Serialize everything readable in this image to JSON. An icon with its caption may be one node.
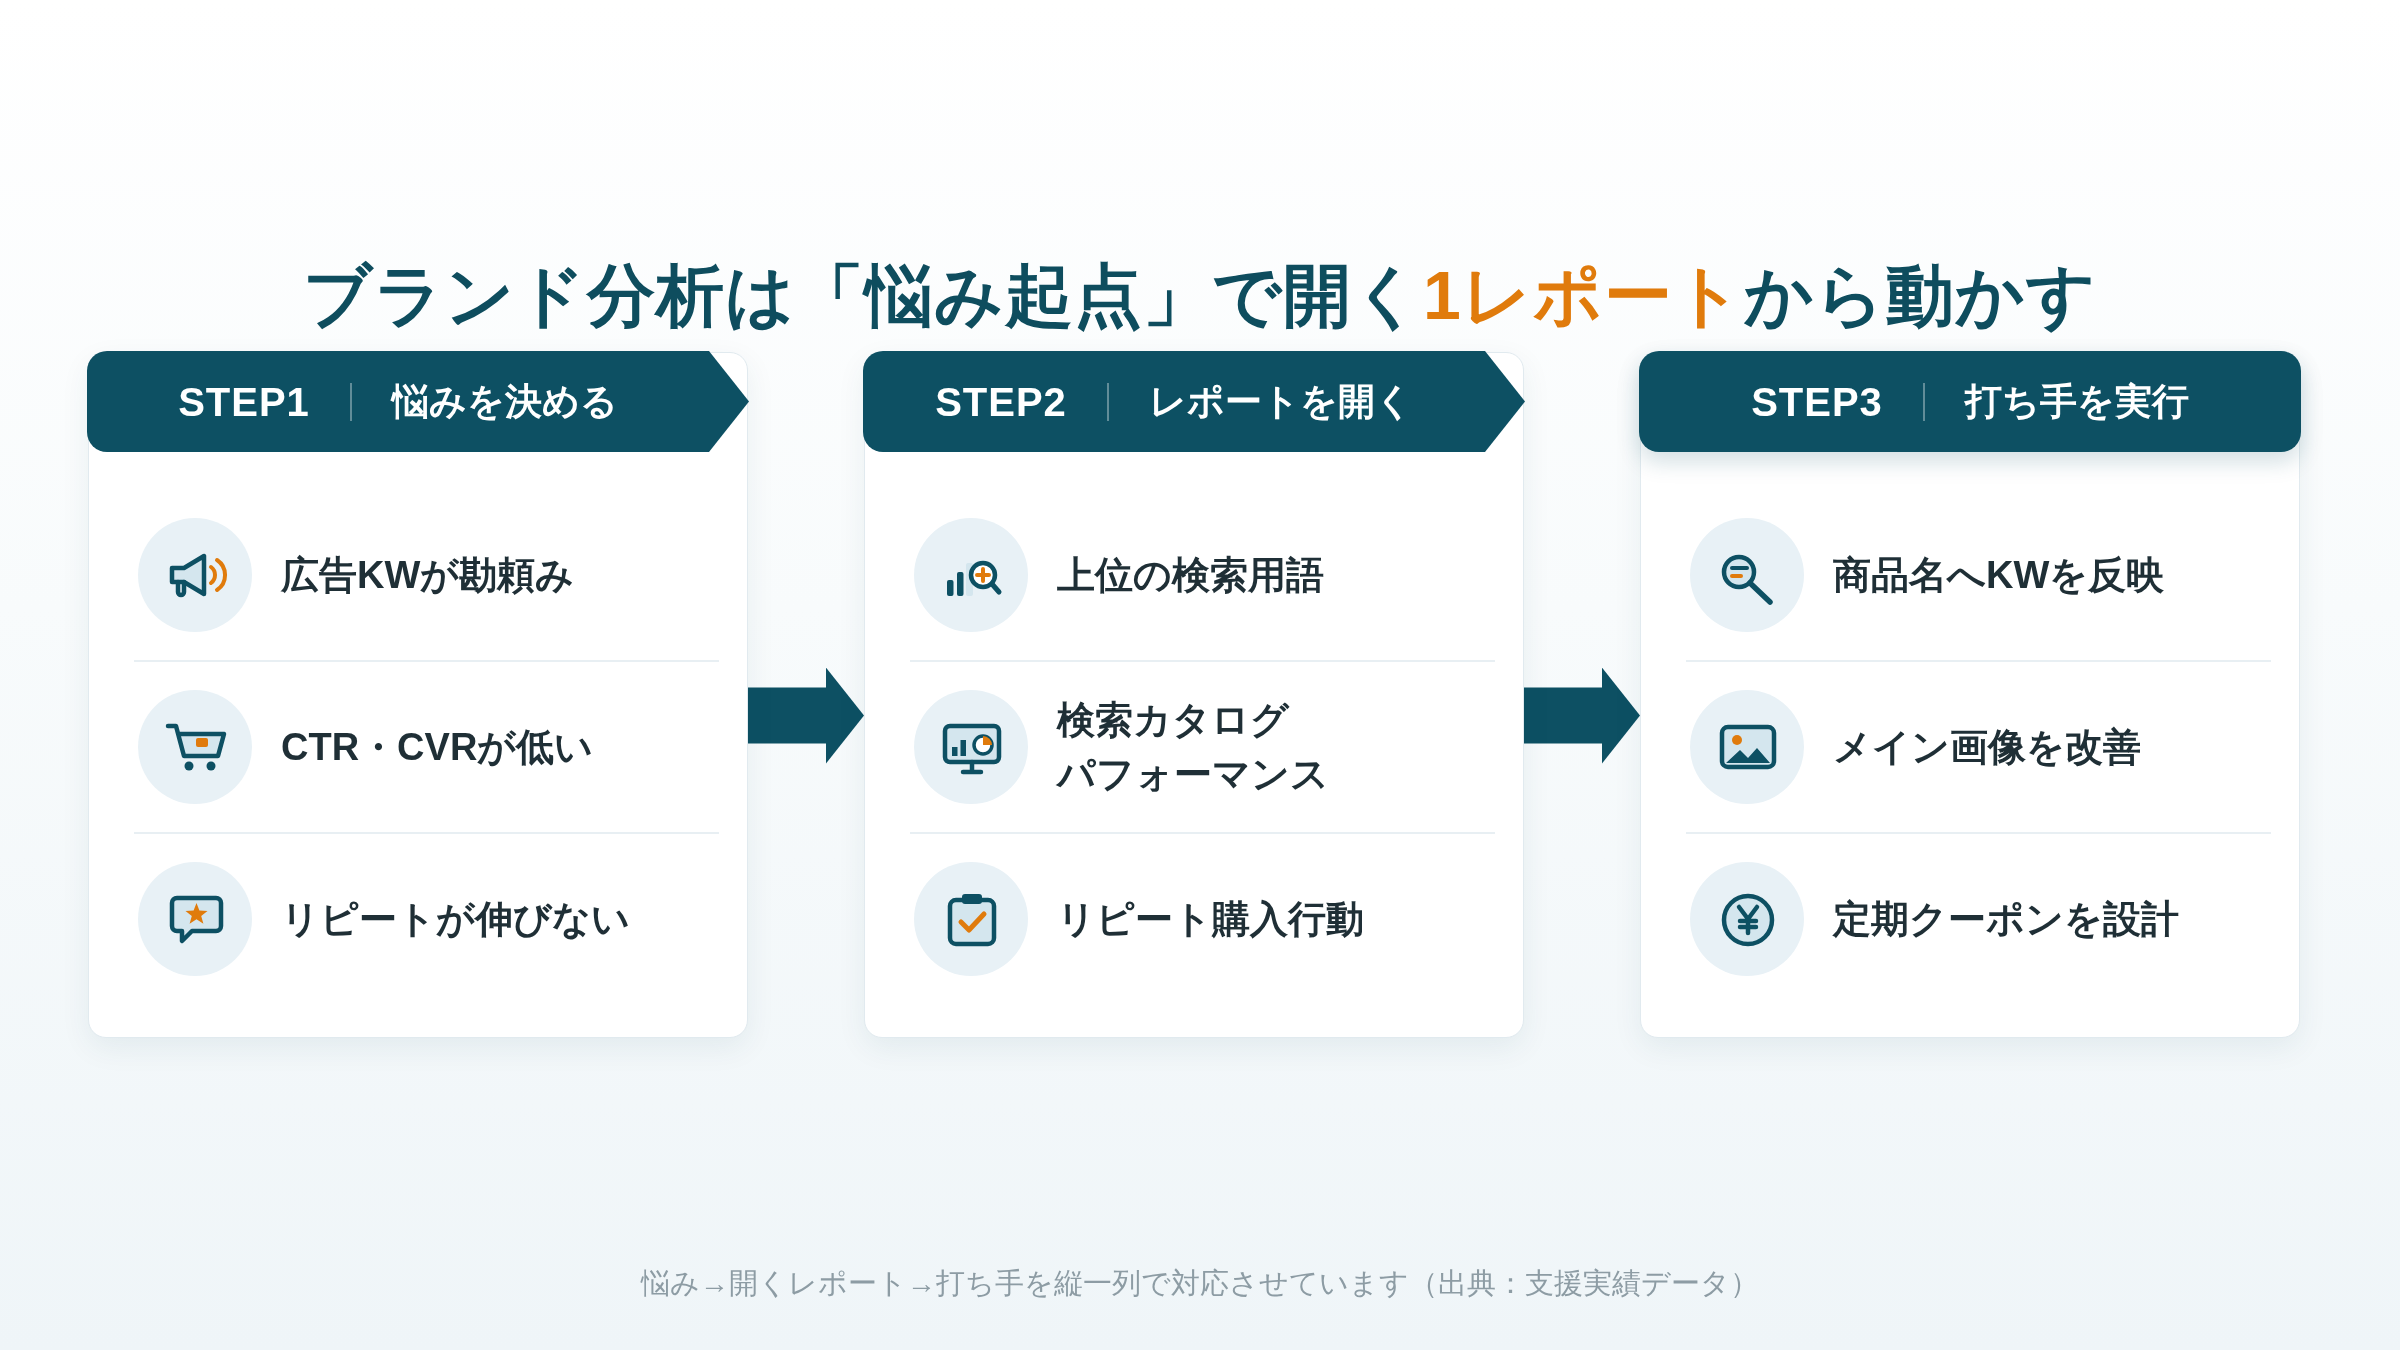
{
  "diagram": {
    "title": "ブランド分析は「悩み起点」で開く**1レポート**から動かす",
    "caption": "悩み→開くレポート→打ち手を縦一列で対応させています（出典：支援実績データ）",
    "nodes": [
      {
        "text": [
          "STEP1",
          "悩みを決める",
          "広告KWが勘頼み",
          "CTR・CVRが低い",
          "リピートが伸びない"
        ]
      },
      {
        "text": [
          "STEP2",
          "レポートを開く",
          "上位の検索用語",
          "検索カタログパフォーマンス",
          "リピート購入行動"
        ]
      },
      {
        "text": [
          "STEP3",
          "打ち手を実行",
          "商品名へKWを反映",
          "メイン画像を改善",
          "定期クーポンを設計"
        ]
      }
    ],
    "edges": [
      {
        "from": 0,
        "to": 1,
        "arrow": "to"
      },
      {
        "from": 1,
        "to": 2,
        "arrow": "to"
      }
    ]
  }
}
